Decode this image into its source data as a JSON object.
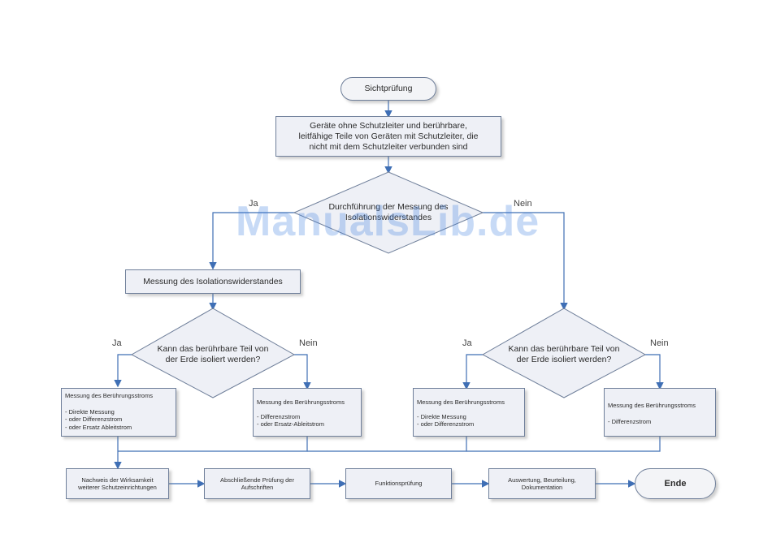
{
  "start": "Sichtprüfung",
  "step1": [
    "Geräte ohne Schutzleiter und berührbare,",
    "leitfähige Teile von Geräten mit Schutzleiter, die",
    "nicht mit dem Schutzleiter verbunden sind"
  ],
  "decision1": [
    "Durchführung der Messung des",
    "Isolationswiderstandes"
  ],
  "yes": "Ja",
  "no": "Nein",
  "isolation_box": "Messung des Isolationswiderstandes",
  "decision_left": [
    "Kann das berührbare Teil von",
    "der Erde isoliert werden?"
  ],
  "decision_right": [
    "Kann das berührbare Teil von",
    "der Erde isoliert werden?"
  ],
  "measure_title": "Messung des Berührungsstroms",
  "box_ll": [
    "- Direkte Messung",
    "- oder Differenzstrom",
    "- oder Ersatz Ableitstrom"
  ],
  "box_lr": [
    "- Differenzstrom",
    "- oder Ersatz-Ableitstrom"
  ],
  "box_rl": [
    "- Direkte Messung",
    "- oder Differenzstrom"
  ],
  "box_rr": [
    "- Differenzstrom"
  ],
  "bottom": {
    "b1": [
      "Nachweis der Wirksamkeit",
      "weiterer Schutzeinrichtungen"
    ],
    "b2": [
      "Abschließende Prüfung der",
      "Aufschriften"
    ],
    "b3": "Funktionsprüfung",
    "b4": [
      "Auswertung, Beurteilung,",
      "Dokumentation"
    ],
    "end": "Ende"
  },
  "watermark": "ManualsLib.de",
  "colors": {
    "line": "#3f6fb5",
    "border": "#6f7f9a",
    "fill": "#eef0f6"
  }
}
